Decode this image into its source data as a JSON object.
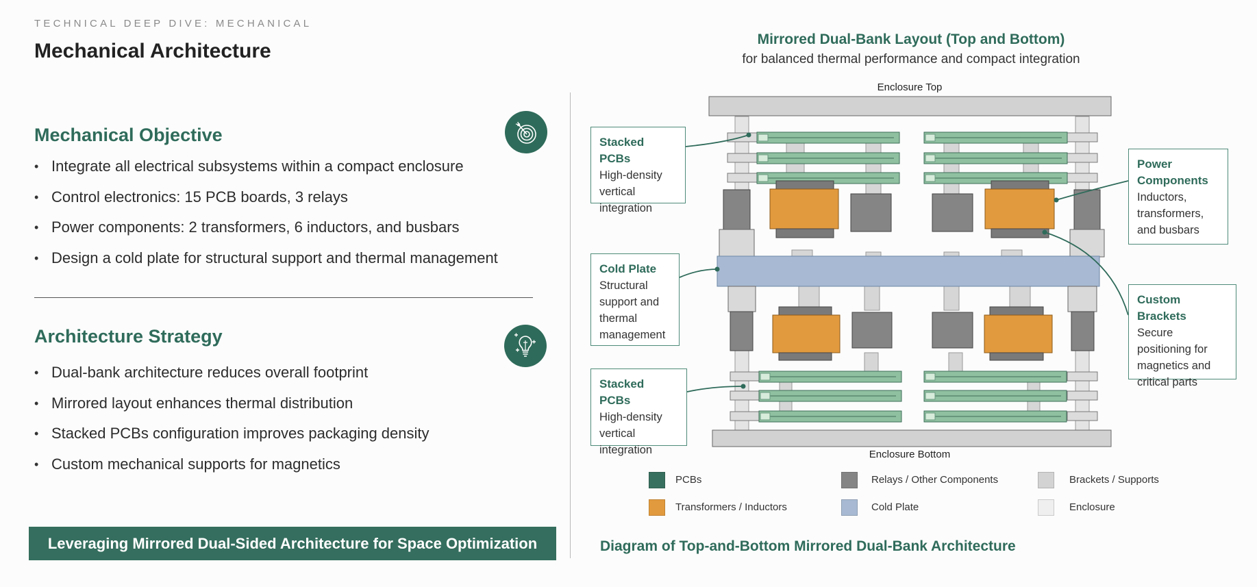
{
  "header": {
    "eyebrow": "TECHNICAL DEEP DIVE: MECHANICAL",
    "title": "Mechanical Architecture"
  },
  "objective": {
    "title": "Mechanical Objective",
    "icon": "target-icon",
    "bullets": [
      "Integrate all electrical subsystems within a compact enclosure",
      "Control electronics: 15 PCB boards, 3 relays",
      "Power components: 2 transformers, 6 inductors, and busbars",
      "Design a cold plate for structural support and thermal management"
    ]
  },
  "strategy": {
    "title": "Architecture Strategy",
    "icon": "lightbulb-icon",
    "bullets": [
      "Dual-bank architecture reduces overall footprint",
      "Mirrored layout enhances thermal distribution",
      "Stacked PCBs configuration improves packaging density",
      "Custom mechanical supports for magnetics"
    ]
  },
  "banner": "Leveraging Mirrored Dual-Sided Architecture for Space Optimization",
  "diagram": {
    "title": "Mirrored Dual-Bank Layout (Top and Bottom)",
    "subtitle": "for balanced thermal performance and compact integration",
    "enclosure_top": "Enclosure Top",
    "enclosure_bottom": "Enclosure Bottom",
    "callouts": {
      "stacked_top": {
        "title": "Stacked PCBs",
        "lines": [
          "High-density",
          "vertical",
          "integration"
        ]
      },
      "cold_plate": {
        "title": "Cold Plate",
        "lines": [
          "Structural",
          "support and",
          "thermal",
          "management"
        ]
      },
      "stacked_bottom": {
        "title": "Stacked PCBs",
        "lines": [
          "High-density",
          "vertical",
          "integration"
        ]
      },
      "power": {
        "title": "Power",
        "title2": "Components",
        "lines": [
          "Inductors,",
          "transformers,",
          "and busbars"
        ]
      },
      "brackets": {
        "title": "Custom Brackets",
        "lines": [
          "Secure",
          "positioning for",
          "magnetics and",
          "critical parts"
        ]
      }
    },
    "legend": [
      {
        "label": "PCBs",
        "color": "#38705f"
      },
      {
        "label": "Relays / Other Components",
        "color": "#858585"
      },
      {
        "label": "Brackets / Supports",
        "color": "#d3d3d3"
      },
      {
        "label": "Transformers / Inductors",
        "color": "#e29a3e"
      },
      {
        "label": "Cold Plate",
        "color": "#a8bad3"
      },
      {
        "label": "Enclosure",
        "color": "#efefef"
      }
    ],
    "caption": "Diagram of Top-and-Bottom Mirrored Dual-Bank Architecture",
    "colors": {
      "accent": "#2f6b5a",
      "pcb": "#8fc0a0",
      "relay": "#858585",
      "bracket": "#d6d6d6",
      "transformer": "#e29a3e",
      "cold_plate": "#a8bad3",
      "enclosure": "#d2d2d2"
    }
  }
}
